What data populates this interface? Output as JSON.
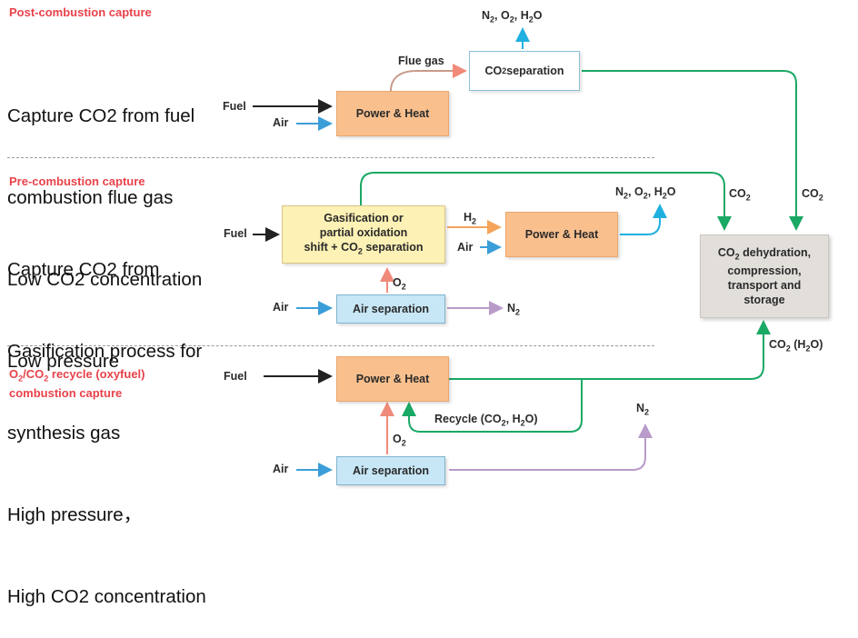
{
  "sections": {
    "post": {
      "title": "Post-combustion capture",
      "desc": [
        "Capture CO2 from fuel",
        "combustion flue gas",
        "Low CO2 concentration",
        "Low pressure"
      ]
    },
    "pre": {
      "title": "Pre-combustion capture",
      "desc": [
        "Capture CO2 from",
        "Gasification process for",
        "synthesis gas",
        "High pressure，",
        "High CO2 concentration"
      ]
    },
    "oxy": {
      "title_line1_pre": "O",
      "title_line1_sub": "2",
      "title_line1_mid": "/CO",
      "title_line1_sub2": "2",
      "title_line1_post": " recycle (oxyfuel)",
      "title_line2": "combustion capture"
    }
  },
  "boxes": {
    "post_power": "Power & Heat",
    "post_sep_pre": "CO",
    "post_sep_sub": "2",
    "post_sep_post": " separation",
    "gasif_line1": "Gasification or",
    "gasif_line2": "partial oxidation",
    "gasif_line3_pre": "shift + CO",
    "gasif_line3_sub": "2",
    "gasif_line3_post": " separation",
    "pre_power": "Power & Heat",
    "pre_airsep": "Air separation",
    "storage_line1_pre": "CO",
    "storage_line1_sub": "2",
    "storage_line1_post": " dehydration,",
    "storage_line2": "compression,",
    "storage_line3": "transport and",
    "storage_line4": "storage",
    "oxy_power": "Power & Heat",
    "oxy_airsep": "Air separation"
  },
  "labels": {
    "fuel": "Fuel",
    "air": "Air",
    "flue_gas": "Flue gas",
    "n2_part": "N",
    "o2_part": "O",
    "h2_part": "H",
    "sub2": "2",
    "h2o_sep": ", ",
    "o_letter": "O",
    "co2_part": "CO",
    "co2_h2o_paren": "(H",
    "co2_h2o_close": "O)",
    "recycle_pre": "Recycle (CO",
    "recycle_mid": ", H",
    "recycle_post": "O)"
  },
  "colors": {
    "section_title": "#e8424a",
    "arrow_black": "#222222",
    "arrow_blue": "#3b9ed8",
    "arrow_green": "#1aa865",
    "arrow_purple": "#b89bc9",
    "arrow_orange": "#f4a55a",
    "arrow_red": "#f08a7a",
    "arrow_brown": "#c89a8a",
    "arrow_cyan": "#20b0e0"
  }
}
